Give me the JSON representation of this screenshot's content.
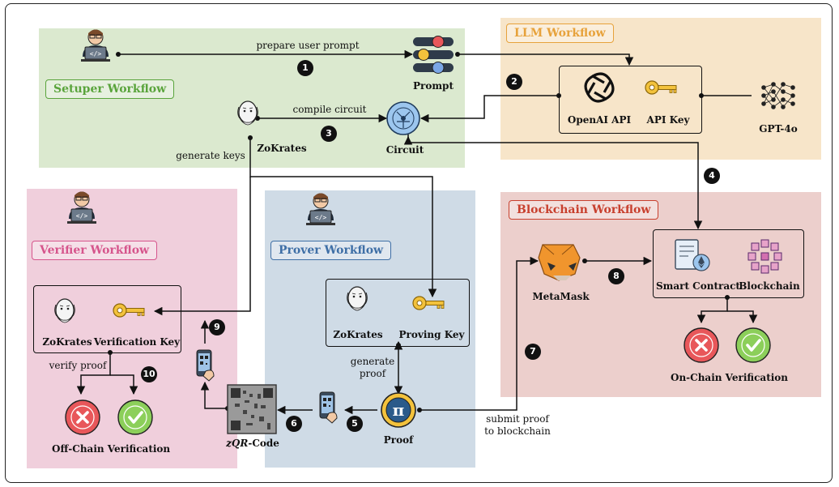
{
  "workflows": {
    "setuper": "Setuper Workflow",
    "llm": "LLM Workflow",
    "blockchain": "Blockchain Workflow",
    "verifier": "Verifier Workflow",
    "prover": "Prover Workflow"
  },
  "nodes": {
    "prompt": "Prompt",
    "zokrates": "ZoKrates",
    "circuit": "Circuit",
    "openai_api": "OpenAI API",
    "api_key": "API Key",
    "gpt4o": "GPT-4o",
    "metamask": "MetaMask",
    "smart_contract": "Smart Contract",
    "blockchain": "Blockchain",
    "onchain_verification": "On-Chain Verification",
    "verifier_zokrates": "ZoKrates",
    "verification_key": "Verification Key",
    "offchain_verification": "Off-Chain Verification",
    "prover_zokrates": "ZoKrates",
    "proving_key": "Proving Key",
    "proof": "Proof",
    "zqr_prefix": "zQR",
    "zqr_suffix": "-Code"
  },
  "edge_labels": {
    "prepare_prompt": "prepare user prompt",
    "compile_circuit": "compile circuit",
    "generate_keys": "generate keys",
    "verify_proof": "verify proof",
    "generate_proof_1": "generate",
    "generate_proof_2": "proof",
    "submit_proof_1": "submit proof",
    "submit_proof_2": "to blockchain"
  },
  "steps": [
    "1",
    "2",
    "3",
    "4",
    "5",
    "6",
    "7",
    "8",
    "9",
    "10"
  ],
  "colors": {
    "setuper_bg": "#dbe9cf",
    "llm_bg": "#f7e5c9",
    "blockchain_bg": "#eccfcc",
    "verifier_bg": "#f0cfdc",
    "prover_bg": "#cfdbe6",
    "setuper_accent": "#5aa43c",
    "llm_accent": "#e7a23b",
    "blockchain_accent": "#c8402e",
    "verifier_accent": "#d6558c",
    "prover_accent": "#3f6fa6"
  }
}
